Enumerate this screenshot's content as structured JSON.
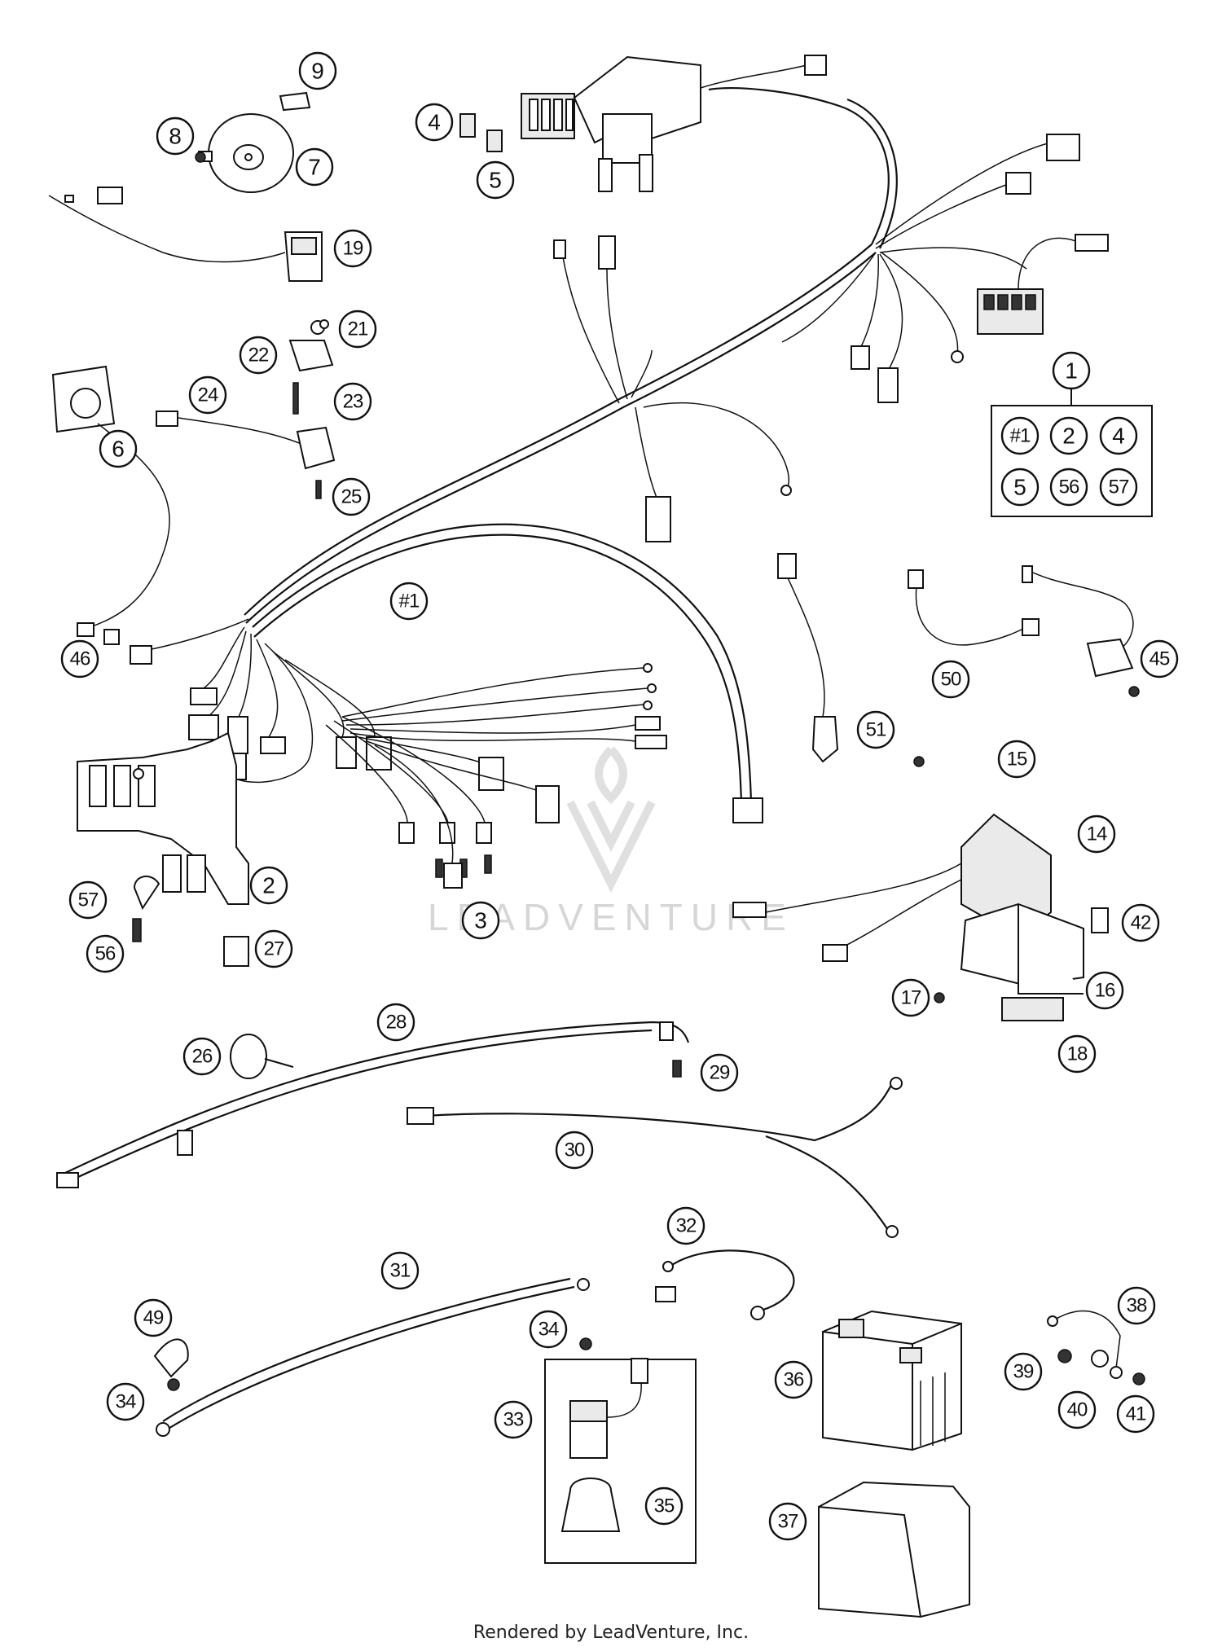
{
  "diagram": {
    "watermark": "LEADVENTURE",
    "footer": "Rendered by LeadVenture, Inc.",
    "kit_contents": [
      "#1",
      "2",
      "4",
      "5",
      "56",
      "57"
    ]
  },
  "callouts": [
    {
      "id": "c1",
      "label": "1"
    },
    {
      "id": "c2",
      "label": "2"
    },
    {
      "id": "c3",
      "label": "3"
    },
    {
      "id": "c4",
      "label": "4"
    },
    {
      "id": "c5",
      "label": "5"
    },
    {
      "id": "c6",
      "label": "6"
    },
    {
      "id": "c7",
      "label": "7"
    },
    {
      "id": "c8",
      "label": "8"
    },
    {
      "id": "c9",
      "label": "9"
    },
    {
      "id": "c14",
      "label": "14"
    },
    {
      "id": "c15",
      "label": "15"
    },
    {
      "id": "c16",
      "label": "16"
    },
    {
      "id": "c17",
      "label": "17"
    },
    {
      "id": "c18",
      "label": "18"
    },
    {
      "id": "c19",
      "label": "19"
    },
    {
      "id": "c21",
      "label": "21"
    },
    {
      "id": "c22",
      "label": "22"
    },
    {
      "id": "c23",
      "label": "23"
    },
    {
      "id": "c24",
      "label": "24"
    },
    {
      "id": "c25",
      "label": "25"
    },
    {
      "id": "c26",
      "label": "26"
    },
    {
      "id": "c27",
      "label": "27"
    },
    {
      "id": "c28",
      "label": "28"
    },
    {
      "id": "c29",
      "label": "29"
    },
    {
      "id": "c30",
      "label": "30"
    },
    {
      "id": "c31",
      "label": "31"
    },
    {
      "id": "c32",
      "label": "32"
    },
    {
      "id": "c33",
      "label": "33"
    },
    {
      "id": "c34a",
      "label": "34"
    },
    {
      "id": "c34b",
      "label": "34"
    },
    {
      "id": "c35",
      "label": "35"
    },
    {
      "id": "c36",
      "label": "36"
    },
    {
      "id": "c37",
      "label": "37"
    },
    {
      "id": "c38",
      "label": "38"
    },
    {
      "id": "c39",
      "label": "39"
    },
    {
      "id": "c40",
      "label": "40"
    },
    {
      "id": "c41",
      "label": "41"
    },
    {
      "id": "c42",
      "label": "42"
    },
    {
      "id": "c45",
      "label": "45"
    },
    {
      "id": "c46",
      "label": "46"
    },
    {
      "id": "c49",
      "label": "49"
    },
    {
      "id": "c50",
      "label": "50"
    },
    {
      "id": "c51",
      "label": "51"
    },
    {
      "id": "c56",
      "label": "56"
    },
    {
      "id": "c57",
      "label": "57"
    },
    {
      "id": "c_h1",
      "label": "#1"
    }
  ]
}
